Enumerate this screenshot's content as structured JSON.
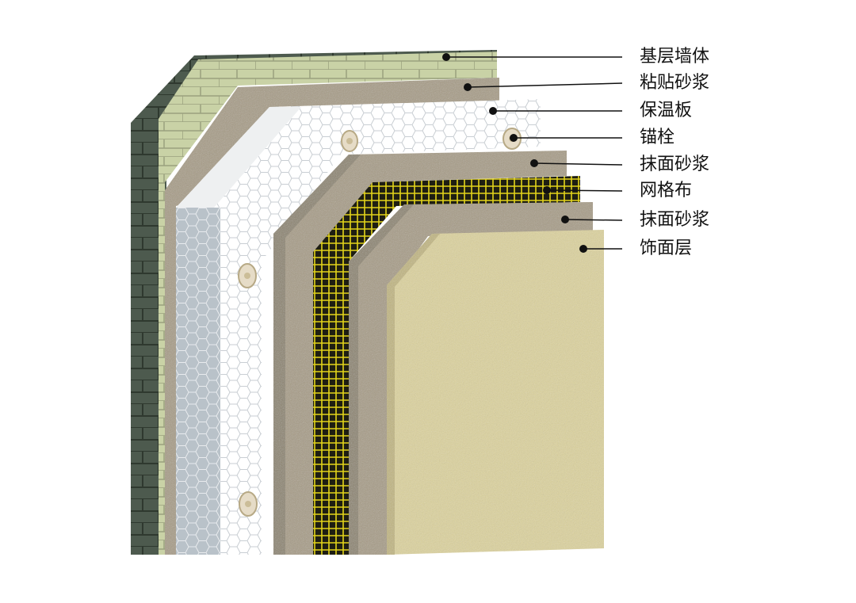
{
  "diagram": {
    "layers": [
      {
        "id": "base-wall",
        "label": "基层墙体"
      },
      {
        "id": "adhesive-mortar",
        "label": "粘贴砂浆"
      },
      {
        "id": "insulation-board",
        "label": "保温板"
      },
      {
        "id": "anchor",
        "label": "锚栓"
      },
      {
        "id": "plaster-mortar-1",
        "label": "抹面砂浆"
      },
      {
        "id": "mesh-cloth",
        "label": "网格布"
      },
      {
        "id": "plaster-mortar-2",
        "label": "抹面砂浆"
      },
      {
        "id": "finish-layer",
        "label": "饰面层"
      }
    ],
    "colors": {
      "wall_dark": "#4d5a4e",
      "wall_light": "#c9d2a6",
      "mortar": "#a79c86",
      "insulation": "#ffffff",
      "insulation_shade": "#b9c2c9",
      "mesh_bg": "#1e1e12",
      "mesh_line": "#e3d41a",
      "finish": "#ddd39d",
      "leader": "#111111"
    }
  }
}
